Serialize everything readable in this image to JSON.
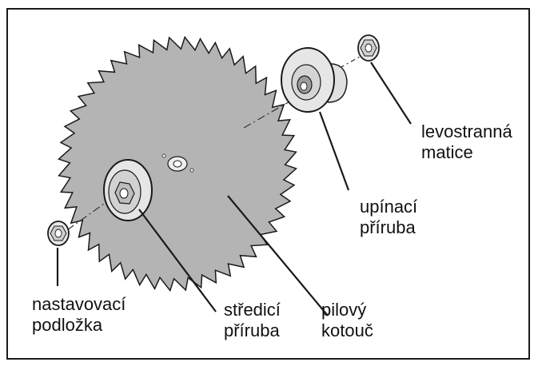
{
  "labels": {
    "lock_nut": [
      "levostranná",
      "matice"
    ],
    "clamping_flange": [
      "upínací",
      "příruba"
    ],
    "adjusting_washer": [
      "nastavovací",
      "podložka"
    ],
    "centering_flange": [
      "středicí",
      "příruba"
    ],
    "saw_blade": [
      "pilový",
      "kotouč"
    ]
  },
  "colors": {
    "blade_fill": "#b4b4b4",
    "part_fill": "#e6e6e6",
    "outline": "#1a1a1a",
    "leader": "#333333",
    "frame": "#1a1a1a"
  }
}
